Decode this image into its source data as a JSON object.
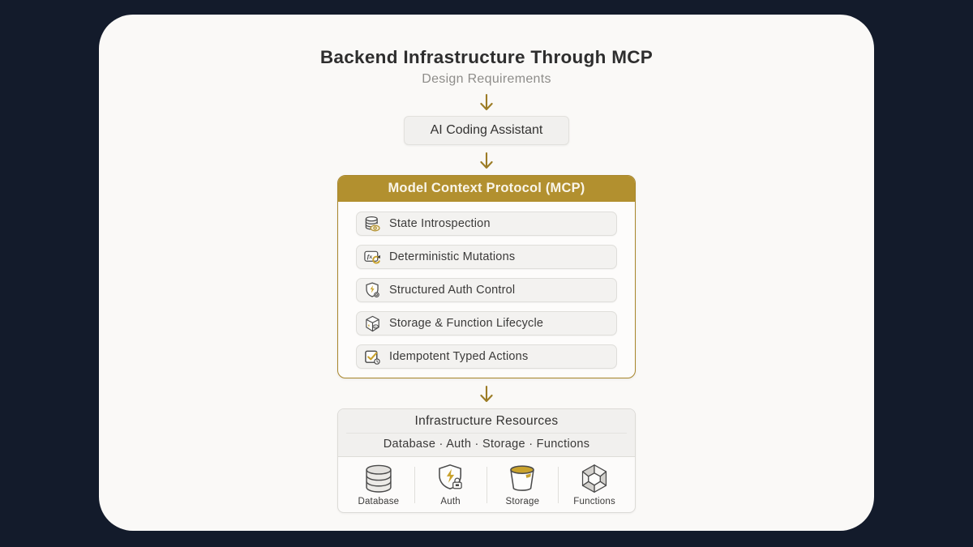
{
  "colors": {
    "background_navy": "#131B2B",
    "card_white": "#FAF9F7",
    "accent_gold": "#B2902F",
    "arrow_gold": "#9C7C25",
    "item_bg": "#F3F2F0",
    "title_text": "#2E2E2E",
    "muted_text": "#8E8D8A"
  },
  "header": {
    "title": "Backend Infrastructure Through MCP",
    "subtitle": "Design Requirements"
  },
  "assistant": {
    "label": "AI Coding Assistant"
  },
  "mcp": {
    "title": "Model Context Protocol (MCP)",
    "items": [
      {
        "icon": "database-eye-icon",
        "label": "State Introspection"
      },
      {
        "icon": "function-refresh-icon",
        "label": "Deterministic Mutations"
      },
      {
        "icon": "shield-bolt-gear-icon",
        "label": "Structured Auth Control"
      },
      {
        "icon": "cube-function-icon",
        "label": "Storage & Function Lifecycle"
      },
      {
        "icon": "checkbox-clock-icon",
        "label": "Idempotent Typed Actions"
      }
    ]
  },
  "resources": {
    "title": "Infrastructure Resources",
    "summary": "Database · Auth · Storage · Functions",
    "items": [
      {
        "icon": "database-icon",
        "label": "Database"
      },
      {
        "icon": "shield-lock-icon",
        "label": "Auth"
      },
      {
        "icon": "bucket-icon",
        "label": "Storage"
      },
      {
        "icon": "hexagon-nodes-icon",
        "label": "Functions"
      }
    ]
  }
}
